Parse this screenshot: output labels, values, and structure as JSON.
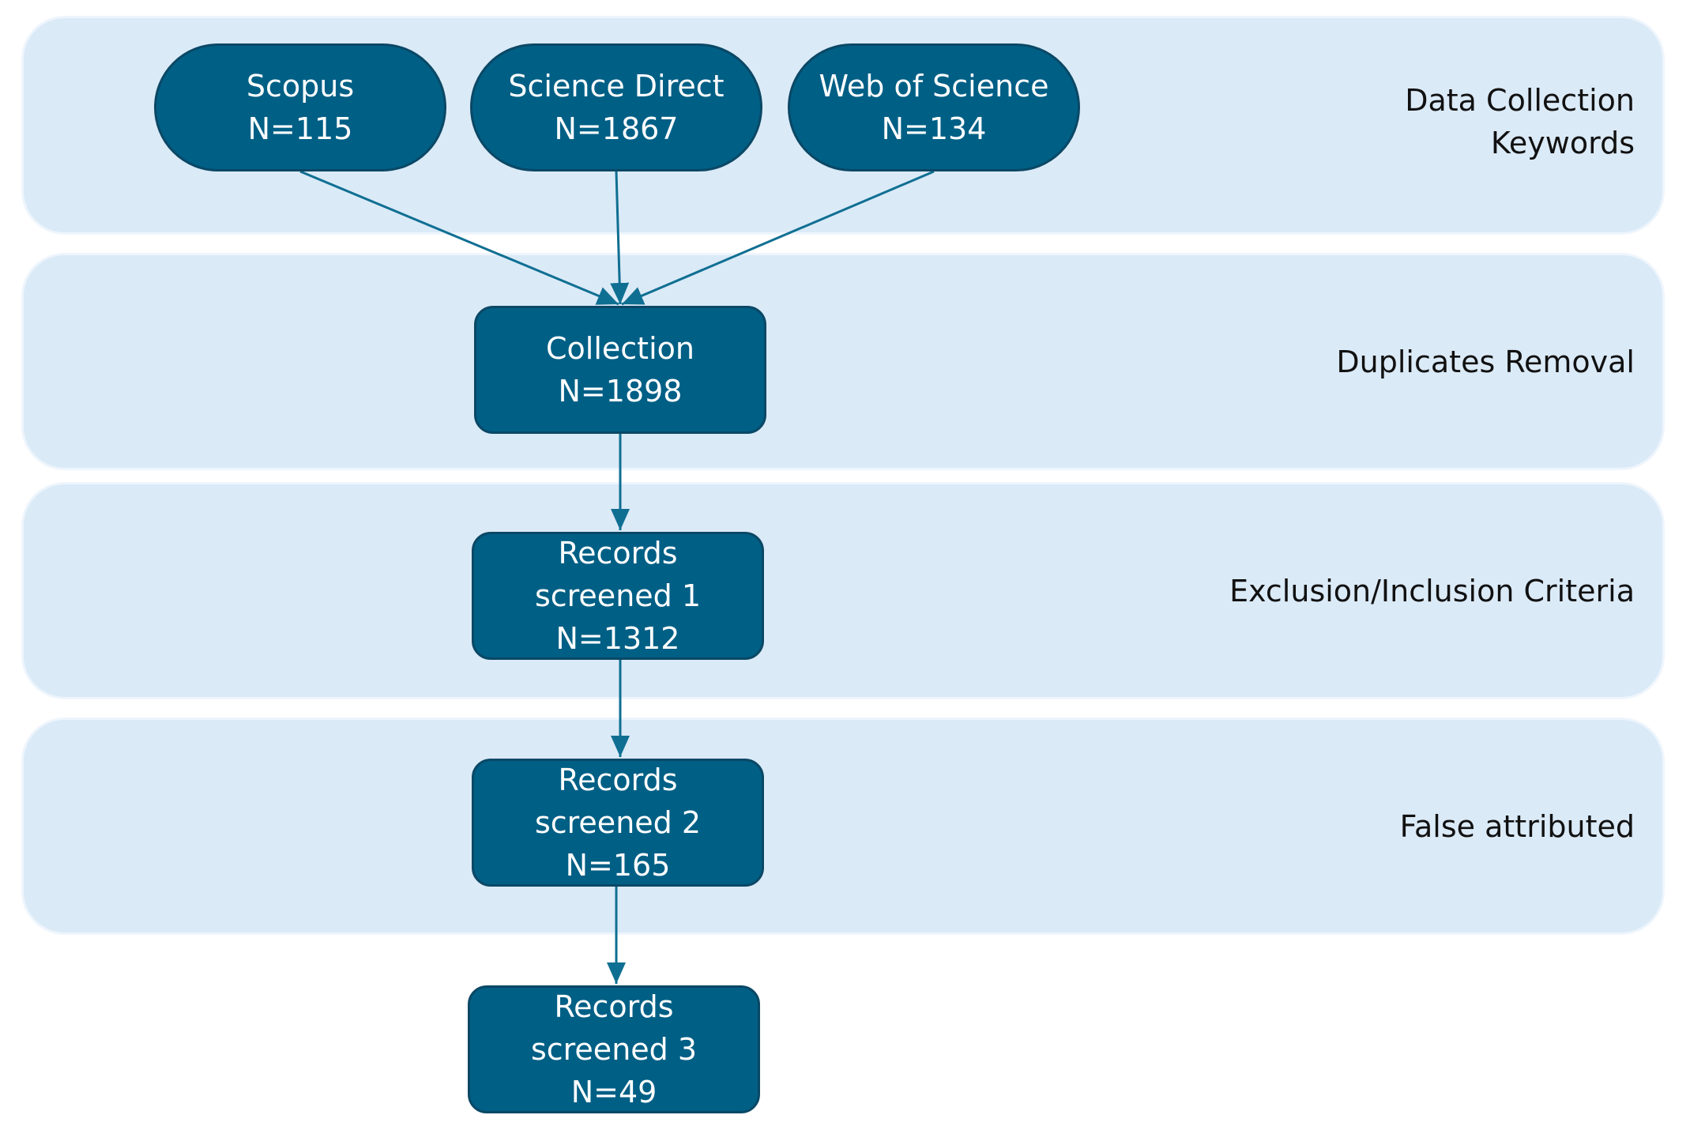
{
  "stages": [
    {
      "label_lines": [
        "Data Collection",
        "Keywords"
      ]
    },
    {
      "label_lines": [
        "Duplicates Removal"
      ]
    },
    {
      "label_lines": [
        "Exclusion/Inclusion Criteria"
      ]
    },
    {
      "label_lines": [
        "False attributed"
      ]
    }
  ],
  "nodes": {
    "scopus": {
      "lines": [
        "Scopus",
        "N=115"
      ]
    },
    "science_direct": {
      "lines": [
        "Science Direct",
        "N=1867"
      ]
    },
    "web_of_science": {
      "lines": [
        "Web of Science",
        "N=134"
      ]
    },
    "collection": {
      "lines": [
        "Collection",
        "N=1898"
      ]
    },
    "screened_1": {
      "lines": [
        "Records",
        "screened 1",
        "N=1312"
      ]
    },
    "screened_2": {
      "lines": [
        "Records",
        "screened 2",
        "N=165"
      ]
    },
    "screened_3": {
      "lines": [
        "Records",
        "screened 3",
        "N=49"
      ]
    }
  },
  "colors": {
    "band_fill": "#dbeaf7",
    "node_fill": "#005f85",
    "node_border": "#0a4866",
    "node_text": "#ffffff",
    "connector": "#0f6f92",
    "stage_text": "#111111"
  }
}
